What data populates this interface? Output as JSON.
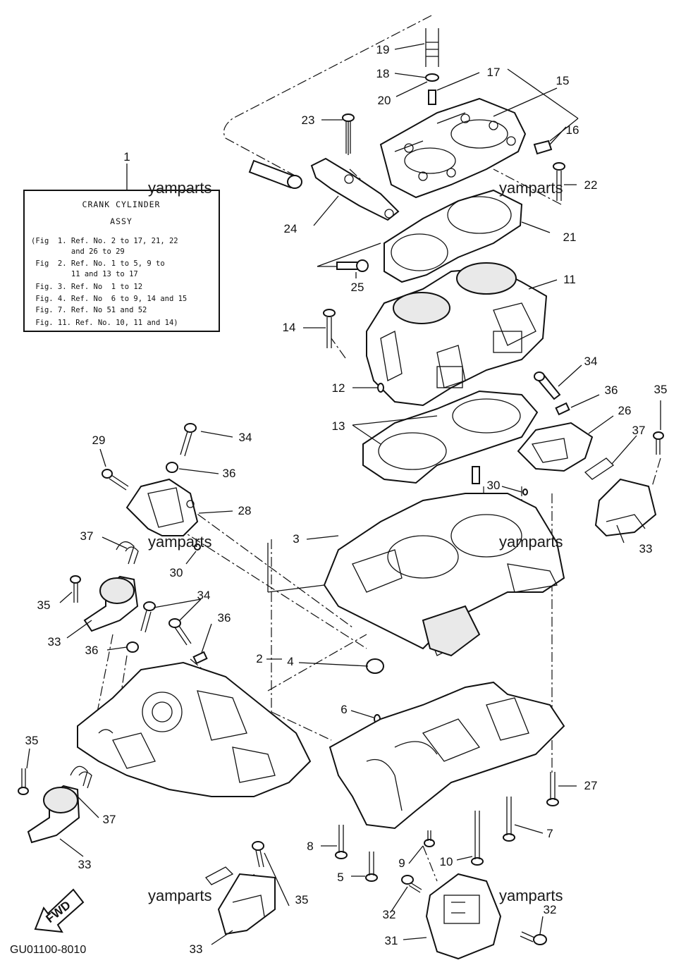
{
  "info_box": {
    "title_line1": "CRANK CYLINDER",
    "title_line2": "ASSY",
    "lines": [
      "(Fig  1. Ref. No. 2 to 17, 21, 22",
      "         and 26 to 29",
      " Fig  2. Ref. No. 1 to 5, 9 to",
      "         11 and 13 to 17",
      " Fig. 3. Ref. No  1 to 12",
      " Fig. 4. Ref. No  6 to 9, 14 and 15",
      " Fig. 7. Ref. No 51 and 52",
      " Fig. 11. Ref. No. 10, 11 and 14)"
    ]
  },
  "callouts": {
    "c1": "1",
    "c2": "2",
    "c3": "3",
    "c4": "4",
    "c5": "5",
    "c6": "6",
    "c7": "7",
    "c8": "8",
    "c9": "9",
    "c10": "10",
    "c11": "11",
    "c12": "12",
    "c13": "13",
    "c14": "14",
    "c15": "15",
    "c16": "16",
    "c17": "17",
    "c18": "18",
    "c19": "19",
    "c20": "20",
    "c21": "21",
    "c22": "22",
    "c23": "23",
    "c24": "24",
    "c25": "25",
    "c26": "26",
    "c27": "27",
    "c28": "28",
    "c29": "29",
    "c30a": "30",
    "c30b": "30",
    "c31": "31",
    "c32a": "32",
    "c32b": "32",
    "c33a": "33",
    "c33b": "33",
    "c33c": "33",
    "c33d": "33",
    "c34a": "34",
    "c34b": "34",
    "c34c": "34",
    "c35a": "35",
    "c35b": "35",
    "c35c": "35",
    "c35d": "35",
    "c36a": "36",
    "c36b": "36",
    "c36c": "36",
    "c36d": "36",
    "c37a": "37",
    "c37b": "37",
    "c37c": "37"
  },
  "watermark": "yamparts",
  "fwd_label": "FWD",
  "drawing_code": "GU01100-8010"
}
